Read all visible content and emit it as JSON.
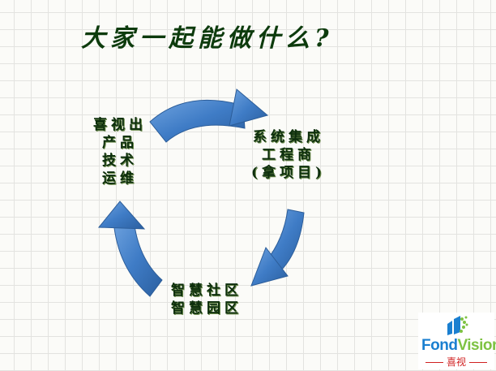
{
  "title": "大家一起能做什么?",
  "nodes": {
    "left": [
      "喜视出",
      "产品",
      "技术",
      "运维"
    ],
    "right": [
      "系统集成",
      "工程商",
      "(拿项目)"
    ],
    "bottom": [
      "智慧社区",
      "智慧园区"
    ]
  },
  "arrow_color": "#3e7cc4",
  "logo": {
    "name_a": "Fond",
    "name_b": "Vision",
    "cn": "喜视"
  }
}
